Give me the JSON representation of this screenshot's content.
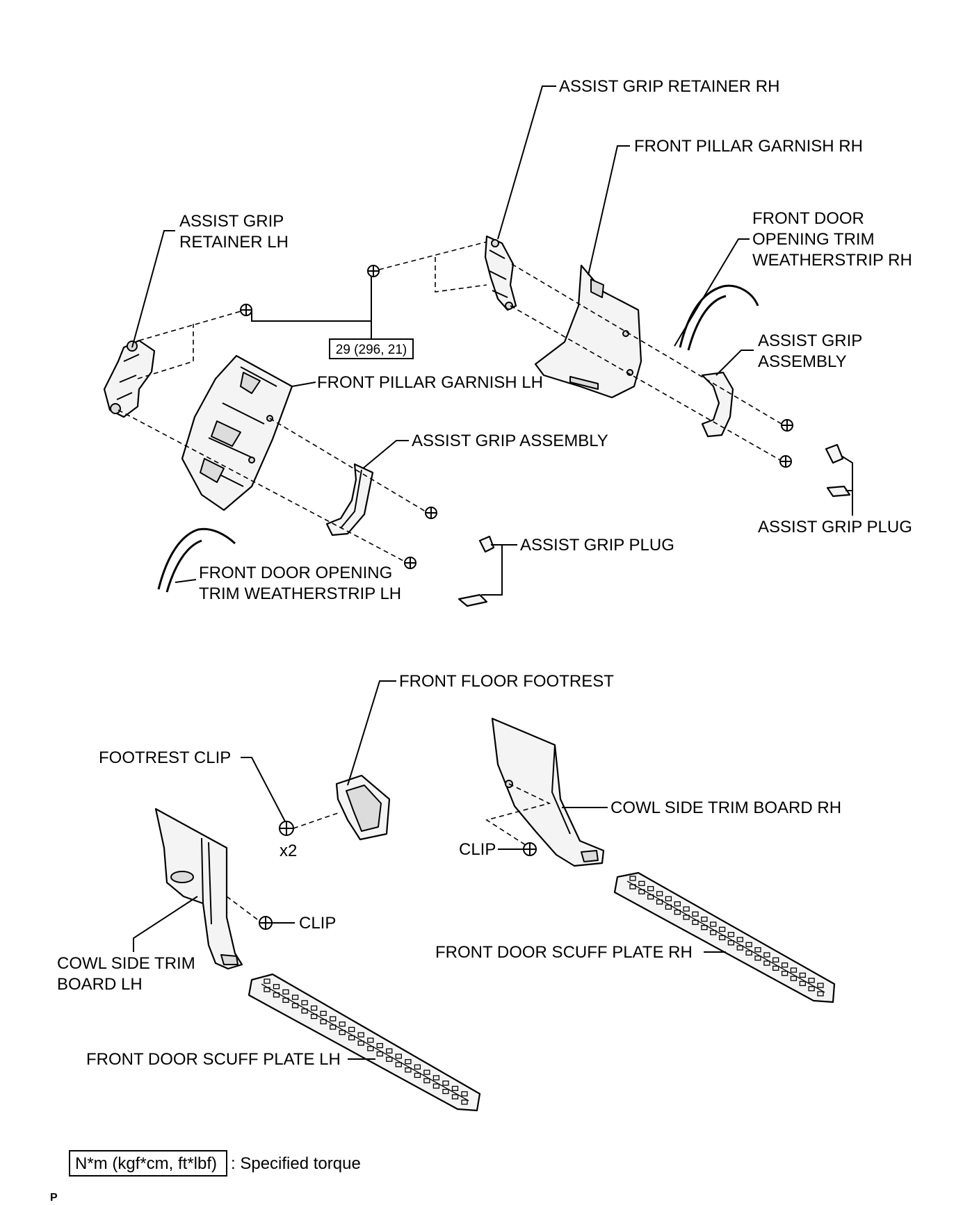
{
  "labels": {
    "assist_grip_retainer_rh": "ASSIST GRIP RETAINER RH",
    "front_pillar_garnish_rh": "FRONT PILLAR GARNISH RH",
    "assist_grip_retainer_lh_line1": "ASSIST GRIP",
    "assist_grip_retainer_lh_line2": "RETAINER LH",
    "front_door_opening_trim_weatherstrip_rh_line1": "FRONT DOOR",
    "front_door_opening_trim_weatherstrip_rh_line2": "OPENING TRIM",
    "front_door_opening_trim_weatherstrip_rh_line3": "WEATHERSTRIP RH",
    "assist_grip_assembly_rh_line1": "ASSIST GRIP",
    "assist_grip_assembly_rh_line2": "ASSEMBLY",
    "front_pillar_garnish_lh": "FRONT PILLAR GARNISH LH",
    "assist_grip_assembly_lh": "ASSIST GRIP ASSEMBLY",
    "assist_grip_plug_rh": "ASSIST GRIP PLUG",
    "assist_grip_plug_lh": "ASSIST GRIP PLUG",
    "front_door_opening_trim_weatherstrip_lh_line1": "FRONT DOOR OPENING",
    "front_door_opening_trim_weatherstrip_lh_line2": "TRIM WEATHERSTRIP LH",
    "front_floor_footrest": "FRONT FLOOR FOOTREST",
    "footrest_clip": "FOOTREST CLIP",
    "footrest_clip_qty": "x2",
    "cowl_side_trim_board_rh": "COWL SIDE TRIM BOARD RH",
    "clip_rh": "CLIP",
    "clip_lh": "CLIP",
    "cowl_side_trim_board_lh_line1": "COWL SIDE TRIM",
    "cowl_side_trim_board_lh_line2": "BOARD LH",
    "front_door_scuff_plate_rh": "FRONT DOOR SCUFF PLATE RH",
    "front_door_scuff_plate_lh": "FRONT DOOR SCUFF PLATE LH"
  },
  "torque": {
    "value": "29 (296, 21)"
  },
  "legend": {
    "unit_box": "N*m (kgf*cm, ft*lbf)",
    "description": ": Specified torque"
  },
  "corner_mark": "P"
}
